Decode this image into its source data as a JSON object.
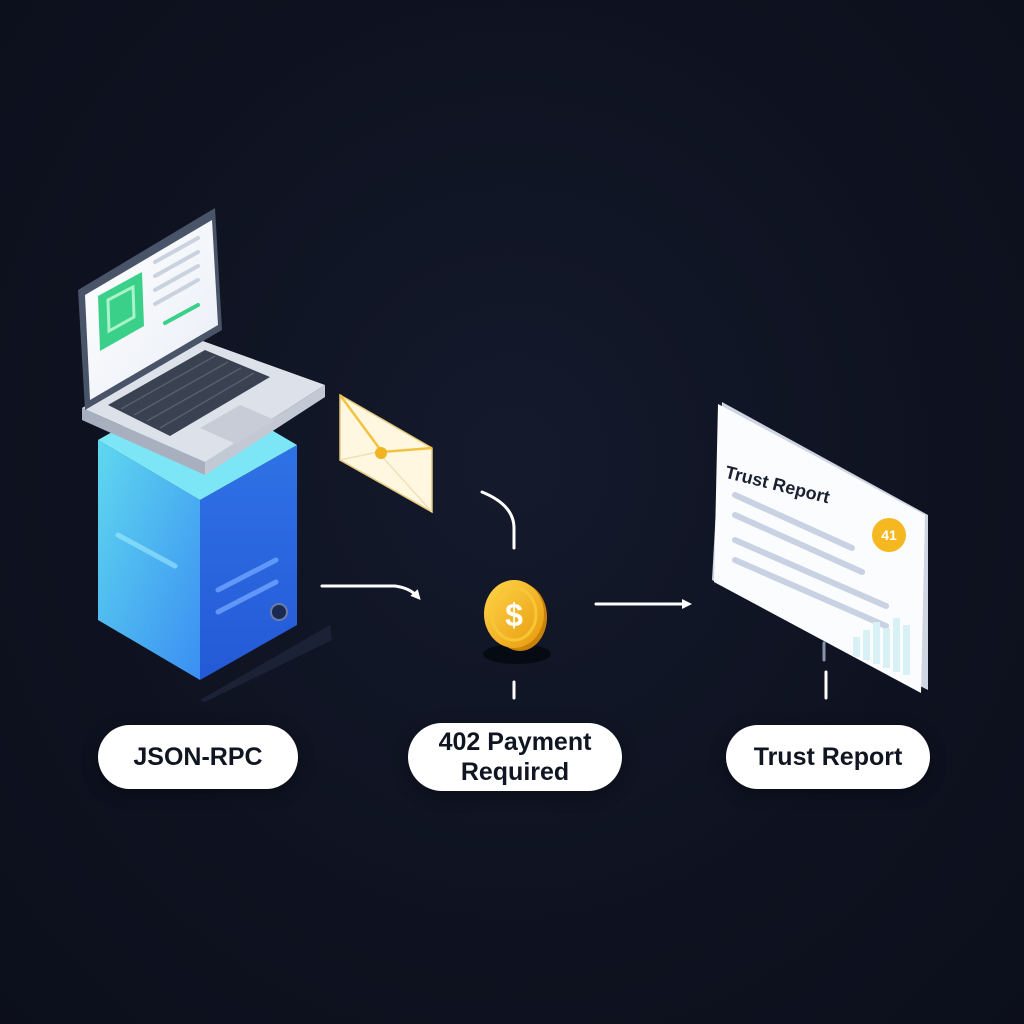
{
  "diagram": {
    "labels": {
      "client": "JSON-RPC",
      "payment_line1": "402 Payment",
      "payment_line2": "Required",
      "report": "Trust Report"
    },
    "report_card": {
      "title": "Trust Report",
      "score": "41"
    },
    "icons": {
      "client": "laptop-on-server-icon",
      "message": "envelope-icon",
      "payment": "dollar-coin-icon",
      "report": "report-card-icon"
    },
    "colors": {
      "background": "#0f1322",
      "server_blue": "#2f7cf0",
      "server_cyan": "#5fd8ef",
      "coin_gold": "#f5b51d",
      "screen_green": "#3ad08a",
      "badge_gold": "#f6b821",
      "label_bg": "#ffffff"
    }
  }
}
